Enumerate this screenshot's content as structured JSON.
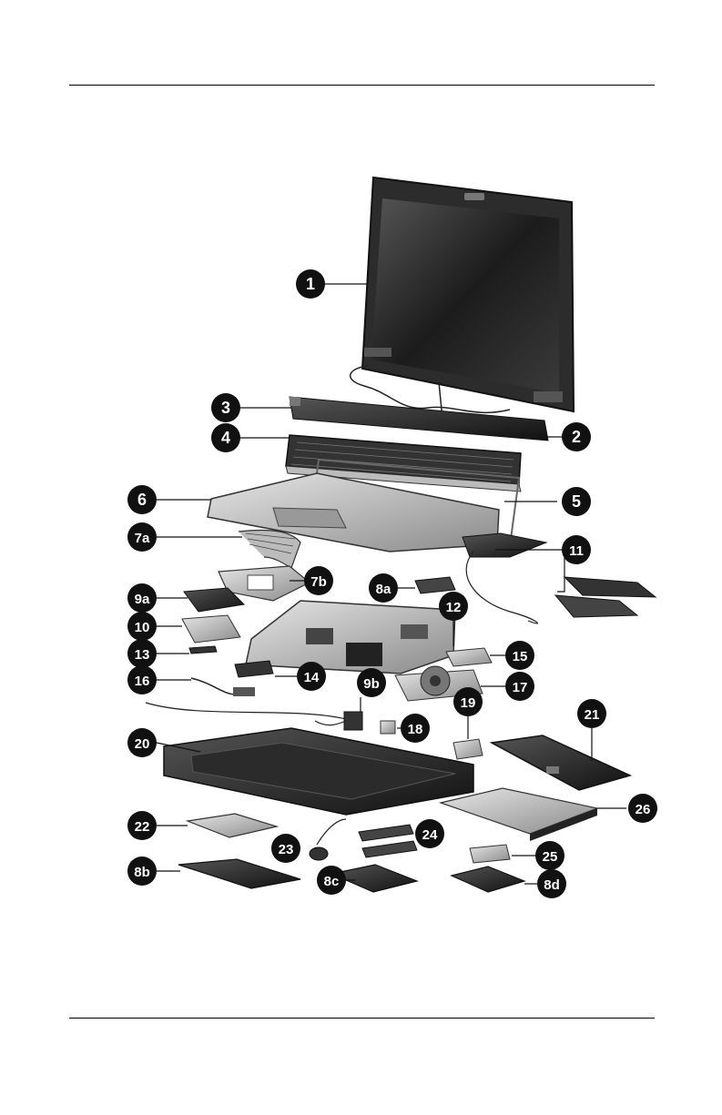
{
  "figure": {
    "callouts": [
      {
        "label": "1"
      },
      {
        "label": "2"
      },
      {
        "label": "3"
      },
      {
        "label": "4"
      },
      {
        "label": "5"
      },
      {
        "label": "6"
      },
      {
        "label": "7a"
      },
      {
        "label": "7b"
      },
      {
        "label": "8a"
      },
      {
        "label": "9a"
      },
      {
        "label": "10"
      },
      {
        "label": "11"
      },
      {
        "label": "12"
      },
      {
        "label": "13"
      },
      {
        "label": "14"
      },
      {
        "label": "15"
      },
      {
        "label": "16"
      },
      {
        "label": "9b"
      },
      {
        "label": "17"
      },
      {
        "label": "18"
      },
      {
        "label": "19"
      },
      {
        "label": "20"
      },
      {
        "label": "21"
      },
      {
        "label": "22"
      },
      {
        "label": "23"
      },
      {
        "label": "24"
      },
      {
        "label": "25"
      },
      {
        "label": "26"
      },
      {
        "label": "8b"
      },
      {
        "label": "8c"
      },
      {
        "label": "8d"
      }
    ]
  },
  "colors": {
    "ink": "#111111",
    "screen": "#2a2a2a",
    "bezel": "#3a3a3a",
    "metal": "#9a9a9a",
    "light_metal": "#cfcfcf",
    "dark_part": "#1e1e1e"
  }
}
